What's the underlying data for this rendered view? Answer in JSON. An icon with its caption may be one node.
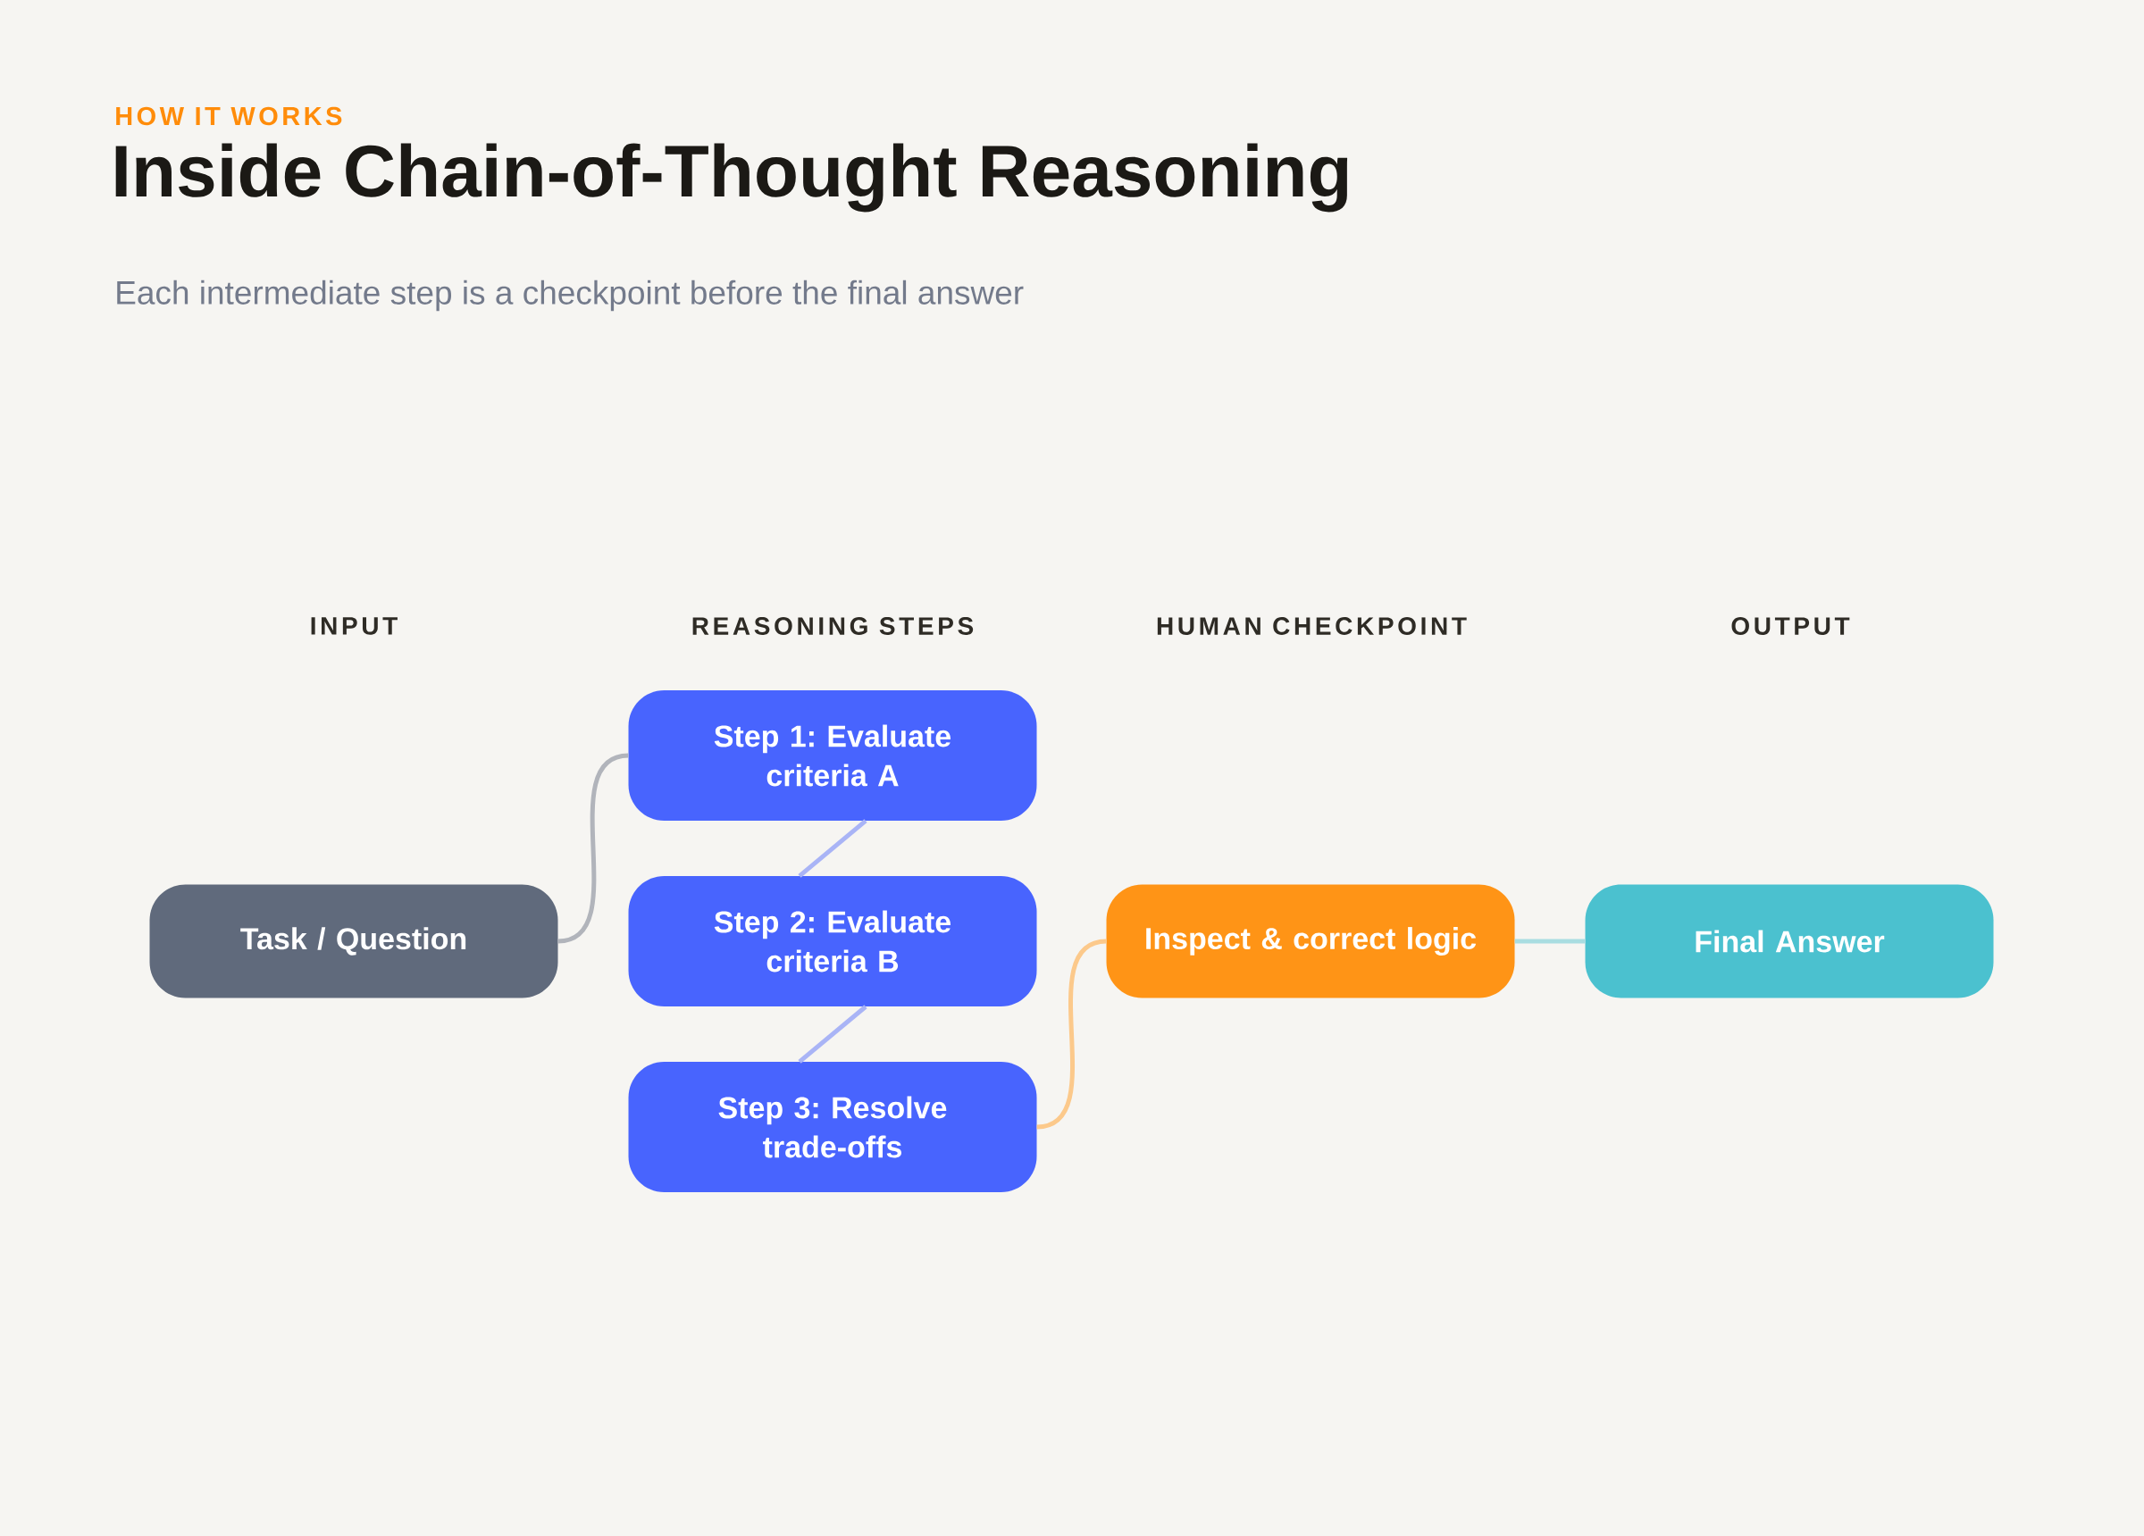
{
  "diagram": {
    "title": "Inside Chain-of-Thought Reasoning",
    "nodes": [
      {
        "text": [
          "Task / Question"
        ]
      },
      {
        "text": [
          "Step 1: Evaluate criteria A"
        ]
      },
      {
        "text": [
          "Step 2: Evaluate criteria B"
        ]
      },
      {
        "text": [
          "Step 3: Resolve trade-offs"
        ]
      },
      {
        "text": [
          "Inspect & correct logic"
        ]
      },
      {
        "text": [
          "Final Answer"
        ]
      }
    ],
    "edges": [
      {
        "from": 0,
        "to": 1,
        "arrow": "none",
        "color": "#b1b4bb"
      },
      {
        "from": 1,
        "to": 2,
        "arrow": "none"
      },
      {
        "from": 2,
        "to": 3,
        "arrow": "none"
      },
      {
        "from": 3,
        "to": 4,
        "arrow": "none",
        "color": "#fcc98b"
      },
      {
        "from": 4,
        "to": 5,
        "arrow": "none",
        "color": "#a9dde1"
      }
    ],
    "labels": [
      "HOW IT WORKS",
      "Each intermediate step is a checkpoint before the final answer",
      "INPUT",
      "REASONING STEPS",
      "HUMAN CHECKPOINT",
      "OUTPUT"
    ]
  }
}
